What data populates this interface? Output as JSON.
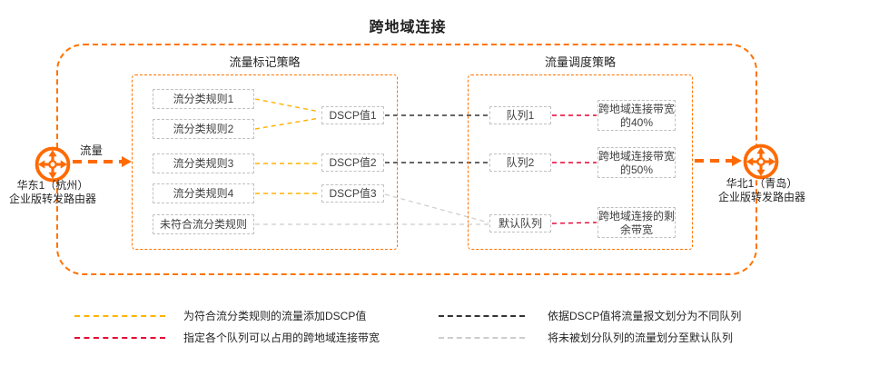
{
  "title": "跨地域连接",
  "flow_label": "流量",
  "colors": {
    "orange": "#FF6A00",
    "orange_border": "#FF7300",
    "amber_line": "#FFB300",
    "red_line": "#E60033",
    "black_line": "#333333",
    "gray_line": "#CCCCCC",
    "node_border": "#BFBFBF"
  },
  "routers": {
    "left": {
      "region": "华东1（杭州）",
      "device": "企业版转发路由器"
    },
    "right": {
      "region": "华北1（青岛）",
      "device": "企业版转发路由器"
    }
  },
  "marking_policy": {
    "title": "流量标记策略",
    "rules": [
      "流分类规则1",
      "流分类规则2",
      "流分类规则3",
      "流分类规则4",
      "未符合流分类规则"
    ],
    "dscp_values": [
      "DSCP值1",
      "DSCP值2",
      "DSCP值3"
    ]
  },
  "scheduling_policy": {
    "title": "流量调度策略",
    "queues": [
      "队列1",
      "队列2",
      "默认队列"
    ],
    "bandwidths": [
      "跨地域连接带宽的40%",
      "跨地域连接带宽的50%",
      "跨地域连接的剩余带宽"
    ]
  },
  "legend": [
    {
      "color": "amber",
      "label": "为符合流分类规则的流量添加DSCP值"
    },
    {
      "color": "red",
      "label": "指定各个队列可以占用的跨地域连接带宽"
    },
    {
      "color": "black",
      "label": "依据DSCP值将流量报文划分为不同队列"
    },
    {
      "color": "gray",
      "label": "将未被划分队列的流量划分至默认队列"
    }
  ]
}
